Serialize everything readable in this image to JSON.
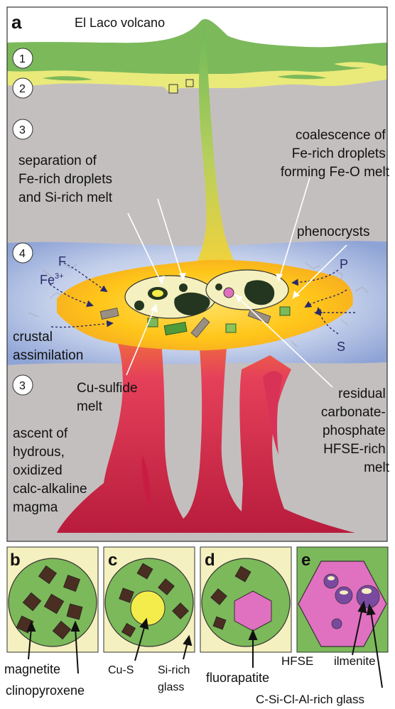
{
  "panel_a": {
    "letter": "a",
    "title": "El Laco volcano",
    "layers": [
      "1",
      "2",
      "3",
      "4",
      "3"
    ],
    "annotations": {
      "separation": [
        "separation of",
        "Fe-rich droplets",
        "and Si-rich melt"
      ],
      "coalescence": [
        "coalescence of",
        "Fe-rich droplets",
        "forming Fe-O melt"
      ],
      "phenocrysts": "phenocrysts",
      "crustal": [
        "crustal",
        "assimilation"
      ],
      "cusulfide": [
        "Cu-sulfide",
        "melt"
      ],
      "residual": [
        "residual",
        "carbonate-",
        "phosphate",
        "HFSE-rich",
        "melt"
      ],
      "ascent": [
        "ascent of",
        "hydrous,",
        "oxidized",
        "calc-alkaline",
        "magma"
      ],
      "elements": {
        "F": "F",
        "Fe": "Fe",
        "Fe_sup": "3+",
        "P": "P",
        "S": "S"
      }
    }
  },
  "panels_bottom": {
    "letters": [
      "b",
      "c",
      "d",
      "e"
    ],
    "labels": {
      "magnetite": "magnetite",
      "clinopyroxene": "clinopyroxene",
      "cus": "Cu-S",
      "sirich": [
        "Si-rich",
        "glass"
      ],
      "fluorapatite": "fluorapatite",
      "hfse": "HFSE",
      "ilmenite": "ilmenite",
      "glass_e": "C-Si-Cl-Al-rich glass"
    }
  },
  "colors": {
    "green": "#7cb95a",
    "yellow_layer": "#e9ea7a",
    "gray": "#c4bfbf",
    "blue": "#9fb2dd",
    "magma_yellow": "#ffd21e",
    "magma_red": "#c81d43",
    "cream": "#f5f0bf",
    "droplet": "#24361f",
    "magnetite": "#4a2e22",
    "cus": "#f4ec4a",
    "pink": "#e070c0",
    "purple": "#7a4aa0",
    "arrow_navy": "#2a2a6a"
  }
}
